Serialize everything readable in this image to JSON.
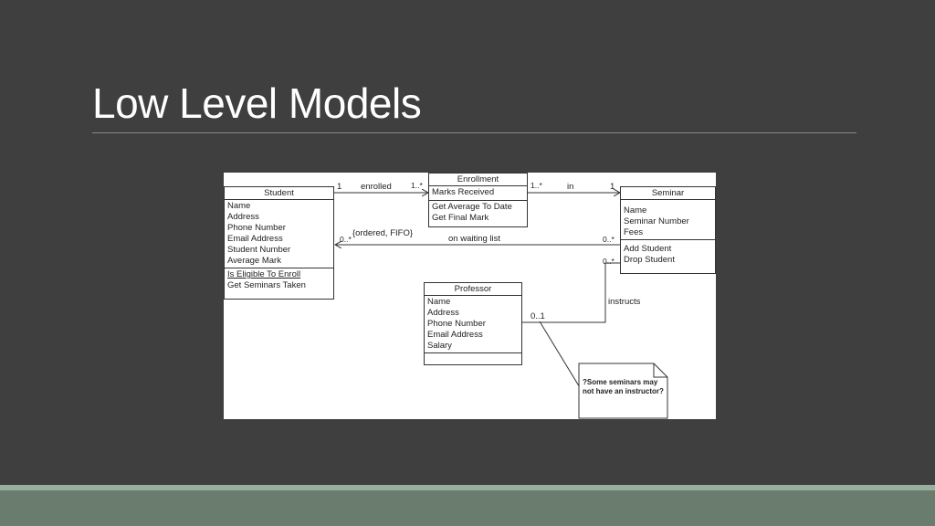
{
  "slide": {
    "title": "Low Level Models"
  },
  "classes": {
    "student": {
      "name": "Student",
      "attributes": [
        "Name",
        "Address",
        "Phone Number",
        "Email Address",
        "Student Number",
        "Average Mark"
      ],
      "operations": [
        "Is Eligible To Enroll",
        "Get Seminars Taken"
      ]
    },
    "enrollment": {
      "name": "Enrollment",
      "attributes": [
        "Marks Received"
      ],
      "operations": [
        "Get Average To Date",
        "Get Final Mark"
      ]
    },
    "seminar": {
      "name": "Seminar",
      "attributes": [
        "Name",
        "Seminar Number",
        "Fees"
      ],
      "operations": [
        "Add Student",
        "Drop Student"
      ]
    },
    "professor": {
      "name": "Professor",
      "attributes": [
        "Name",
        "Address",
        "Phone Number",
        "Email Address",
        "Salary"
      ],
      "operations": []
    }
  },
  "associations": {
    "enrolled": {
      "label": "enrolled",
      "left_mult": "1",
      "right_mult": "1..*"
    },
    "in": {
      "label": "in",
      "left_mult": "1..*",
      "right_mult": "1"
    },
    "waiting": {
      "label": "on waiting list",
      "left_mult": "0..*",
      "constraint": "{ordered, FIFO}",
      "right_mult": "0..*"
    },
    "instructs": {
      "label": "instructs",
      "seminar_mult": "0..*",
      "professor_mult": "0..1"
    }
  },
  "note": {
    "text": "?Some seminars may not have an instructor?"
  }
}
